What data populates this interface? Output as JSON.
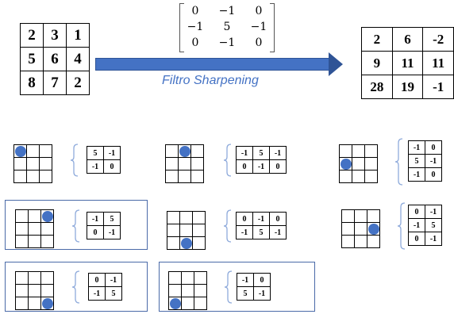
{
  "input_matrix": [
    [
      "2",
      "3",
      "1"
    ],
    [
      "5",
      "6",
      "4"
    ],
    [
      "8",
      "7",
      "2"
    ]
  ],
  "kernel": [
    [
      "0",
      "−1",
      "0"
    ],
    [
      "−1",
      "5",
      "−1"
    ],
    [
      "0",
      "−1",
      "0"
    ]
  ],
  "filter_label": "Filtro Sharpening",
  "output_matrix": [
    [
      "2",
      "6",
      "-2"
    ],
    [
      "9",
      "11",
      "11"
    ],
    [
      "28",
      "19",
      "-1"
    ]
  ],
  "accent_color": "#4472c4",
  "cases": [
    {
      "dot_cell": [
        0,
        0
      ],
      "kernel_part": [
        [
          "5",
          "-1"
        ],
        [
          "-1",
          "0"
        ]
      ],
      "boxed": false
    },
    {
      "dot_cell": [
        0,
        1
      ],
      "kernel_part": [
        [
          "-1",
          "5",
          "-1"
        ],
        [
          "0",
          "-1",
          "0"
        ]
      ],
      "boxed": false
    },
    {
      "dot_cell": [
        1,
        0
      ],
      "kernel_part": [
        [
          "-1",
          "0"
        ],
        [
          "5",
          "-1"
        ],
        [
          "-1",
          "0"
        ]
      ],
      "boxed": false
    },
    {
      "dot_cell": [
        0,
        2
      ],
      "kernel_part": [
        [
          "-1",
          "5"
        ],
        [
          "0",
          "-1"
        ]
      ],
      "boxed": true
    },
    {
      "dot_cell": [
        2,
        1
      ],
      "kernel_part": [
        [
          "0",
          "-1",
          "0"
        ],
        [
          "-1",
          "5",
          "-1"
        ]
      ],
      "boxed": false
    },
    {
      "dot_cell": [
        1,
        2
      ],
      "kernel_part": [
        [
          "0",
          "-1"
        ],
        [
          "-1",
          "5"
        ],
        [
          "0",
          "-1"
        ]
      ],
      "boxed": false
    },
    {
      "dot_cell": [
        2,
        2
      ],
      "kernel_part": [
        [
          "0",
          "-1"
        ],
        [
          "-1",
          "5"
        ]
      ],
      "boxed": true
    },
    {
      "dot_cell": [
        2,
        0
      ],
      "kernel_part": [
        [
          "-1",
          "0"
        ],
        [
          "5",
          "-1"
        ]
      ],
      "boxed": true
    }
  ]
}
